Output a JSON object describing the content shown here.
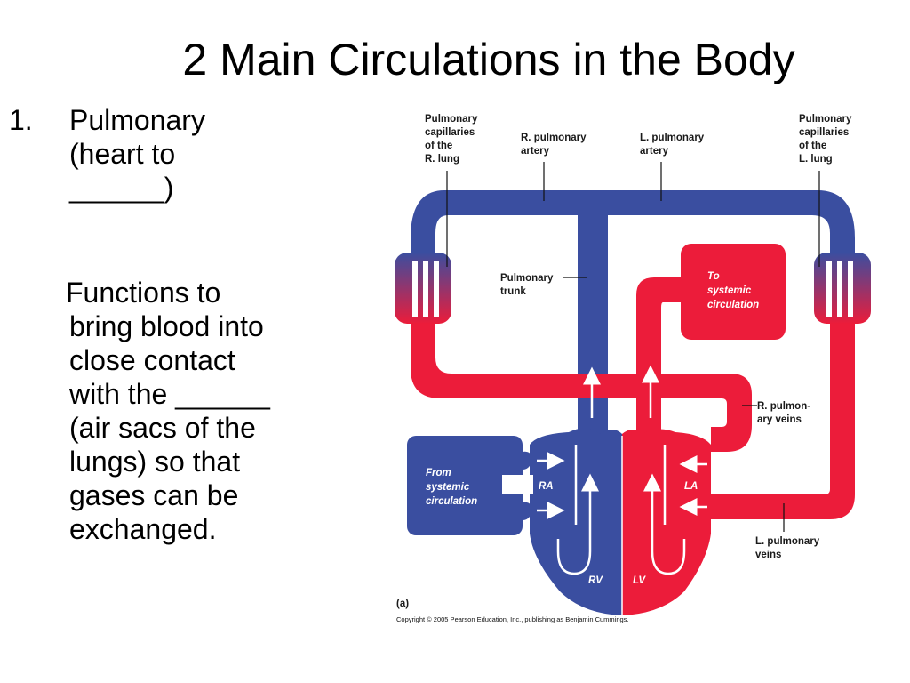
{
  "slide": {
    "title": "2 Main Circulations in the Body",
    "list_number": "1.",
    "item_lines": [
      "Pulmonary",
      "(heart to",
      "______)"
    ],
    "paragraph_lines": [
      "Functions to",
      "bring blood into",
      "close contact",
      "with the ______",
      "(air sacs of the",
      "lungs) so that",
      "gases can be",
      "exchanged."
    ]
  },
  "diagram": {
    "labels": {
      "cap_r": [
        "Pulmonary",
        "capillaries",
        "of the",
        "R. lung"
      ],
      "r_artery": [
        "R. pulmonary",
        "artery"
      ],
      "l_artery": [
        "L. pulmonary",
        "artery"
      ],
      "cap_l": [
        "Pulmonary",
        "capillaries",
        "of the",
        "L. lung"
      ],
      "trunk": [
        "Pulmonary",
        "trunk"
      ],
      "to_systemic": [
        "To",
        "systemic",
        "circulation"
      ],
      "from_systemic": [
        "From",
        "systemic",
        "circulation"
      ],
      "r_veins": [
        "R. pulmon-",
        "ary veins"
      ],
      "l_veins": [
        "L. pulmonary",
        "veins"
      ],
      "ra": "RA",
      "la": "LA",
      "rv": "RV",
      "lv": "LV",
      "panel": "(a)",
      "copyright": "Copyright © 2005 Pearson Education, Inc., publishing as Benjamin Cummings."
    },
    "colors": {
      "deoxygenated": "#3a4ea0",
      "oxygenated": "#ec1c3a"
    }
  }
}
